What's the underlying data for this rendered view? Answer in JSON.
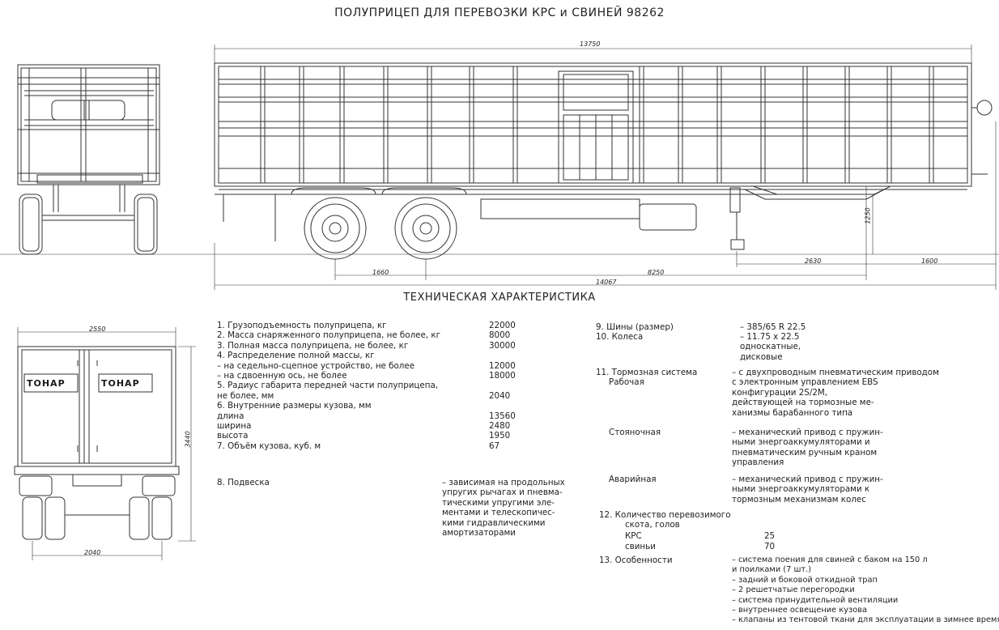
{
  "title": "ПОЛУПРИЦЕП ДЛЯ ПЕРЕВОЗКИ КРС и СВИНЕЙ 98262",
  "subtitle": "ТЕХНИЧЕСКАЯ ХАРАКТЕРИСТИКА",
  "dimensions": {
    "overall_top": "13750",
    "overall_bottom": "14067",
    "axle_spacing": "1660",
    "wheelbase": "8250",
    "kingpin_to_leg": "2630",
    "kingpin_front": "1600",
    "coupling_height": "1250",
    "body_width": "2550",
    "body_height": "3440",
    "track": "2040"
  },
  "logo": "ТОНАР",
  "specs_left": [
    {
      "label": "1. Грузоподъемность полуприцепа, кг",
      "value": "22000"
    },
    {
      "label": "2. Масса снаряженного полуприцепа, не более, кг",
      "value": "8000"
    },
    {
      "label": "3. Полная масса полуприцепа, не более, кг",
      "value": "30000"
    },
    {
      "label": "4. Распределение полной массы, кг",
      "value": ""
    },
    {
      "label": "    – на седельно-сцепное устройство, не более",
      "value": "12000"
    },
    {
      "label": "    – на сдвоенную ось, не более",
      "value": "18000"
    },
    {
      "label": "5. Радиус габарита передней части полуприцепа,",
      "value": ""
    },
    {
      "label": "    не более, мм",
      "value": "2040"
    },
    {
      "label": "6. Внутренние размеры кузова, мм",
      "value": ""
    },
    {
      "label": "    длина",
      "value": "13560"
    },
    {
      "label": "    ширина",
      "value": "2480"
    },
    {
      "label": "    высота",
      "value": "1950"
    },
    {
      "label": "7. Объём кузова, куб. м",
      "value": "67"
    }
  ],
  "suspension": {
    "label": "8. Подвеска",
    "lines": [
      "– зависимая на продольных",
      "  упругих рычагах и пневма-",
      "  тическими упругими эле-",
      "  ментами и телескопичес-",
      "  кими гидравлическими",
      "  амортизаторами"
    ]
  },
  "tires": {
    "label": "9. Шины (размер)",
    "value": "– 385/65  R 22.5"
  },
  "wheels": {
    "label": "10. Колеса",
    "lines": [
      "– 11.75 x 22.5",
      "  односкатные,",
      "  дисковые"
    ]
  },
  "brakes": {
    "label": "11. Тормозная система",
    "service_label": "Рабочая",
    "service_lines": [
      "– с двухпроводным пневматическим приводом",
      "  с электронным управлением EBS",
      "  конфигурации 2S/2M,",
      "  действующей на тормозные ме-",
      "  ханизмы барабанного типа"
    ],
    "parking_label": "Стояночная",
    "parking_lines": [
      "– механический привод с пружин-",
      "  ными энергоаккумуляторами и",
      "  пневматическим ручным краном",
      "  управления"
    ],
    "emergency_label": "Аварийная",
    "emergency_lines": [
      "– механический привод с пружин-",
      "  ными энергоаккумуляторами к",
      "  тормозным механизмам колес"
    ]
  },
  "livestock": {
    "label_line1": "12.  Количество перевозимого",
    "label_line2": "скота, голов",
    "cattle_label": "КРС",
    "cattle_value": "25",
    "pigs_label": "свиньи",
    "pigs_value": "70"
  },
  "features": {
    "label": "13. Особенности",
    "lines": [
      "– система поения для свиней с баком на 150 л",
      "  и поилками (7 шт.)",
      "– задний и боковой откидной трап",
      "– 2 решетчатые перегородки",
      "– система принудительной вентиляции",
      "– внутреннее освещение кузова",
      "– клапаны из тентовой ткани для эксплуатации в зимнее время"
    ]
  }
}
